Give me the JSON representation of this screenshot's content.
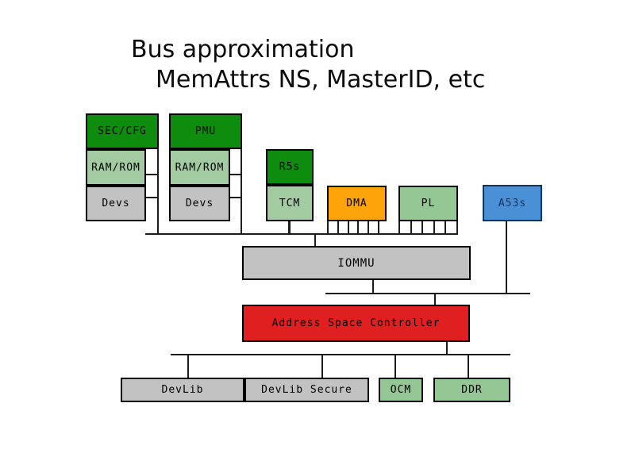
{
  "title": {
    "line1": "Bus approximation",
    "line2": "MemAttrs NS, MasterID, etc"
  },
  "colors": {
    "dark_green": "#0e8c0e",
    "light_green": "#a2cba2",
    "pale_green": "#95c795",
    "gray": "#c2c2c2",
    "orange": "#fca40a",
    "blue": "#4a90d6",
    "red": "#e02020",
    "line": "#1c1c1c"
  },
  "nodes": {
    "sec_cfg": {
      "label": "SEC/CFG",
      "fill": "dark_green"
    },
    "pmu": {
      "label": "PMU",
      "fill": "dark_green"
    },
    "ram_rom_1": {
      "label": "RAM/ROM",
      "fill": "light_green"
    },
    "ram_rom_2": {
      "label": "RAM/ROM",
      "fill": "light_green"
    },
    "devs_1": {
      "label": "Devs",
      "fill": "gray"
    },
    "devs_2": {
      "label": "Devs",
      "fill": "gray"
    },
    "r5s": {
      "label": "R5s",
      "fill": "dark_green"
    },
    "tcm": {
      "label": "TCM",
      "fill": "light_green"
    },
    "dma": {
      "label": "DMA",
      "fill": "orange"
    },
    "pl": {
      "label": "PL",
      "fill": "pale_green"
    },
    "a53s": {
      "label": "A53s",
      "fill": "blue"
    },
    "iommu": {
      "label": "IOMMU",
      "fill": "gray"
    },
    "asc": {
      "label": "Address Space Controller",
      "fill": "red"
    },
    "devlib": {
      "label": "DevLib",
      "fill": "gray"
    },
    "devlib_secure": {
      "label": "DevLib Secure",
      "fill": "gray"
    },
    "ocm": {
      "label": "OCM",
      "fill": "pale_green"
    },
    "ddr": {
      "label": "DDR",
      "fill": "pale_green"
    }
  }
}
